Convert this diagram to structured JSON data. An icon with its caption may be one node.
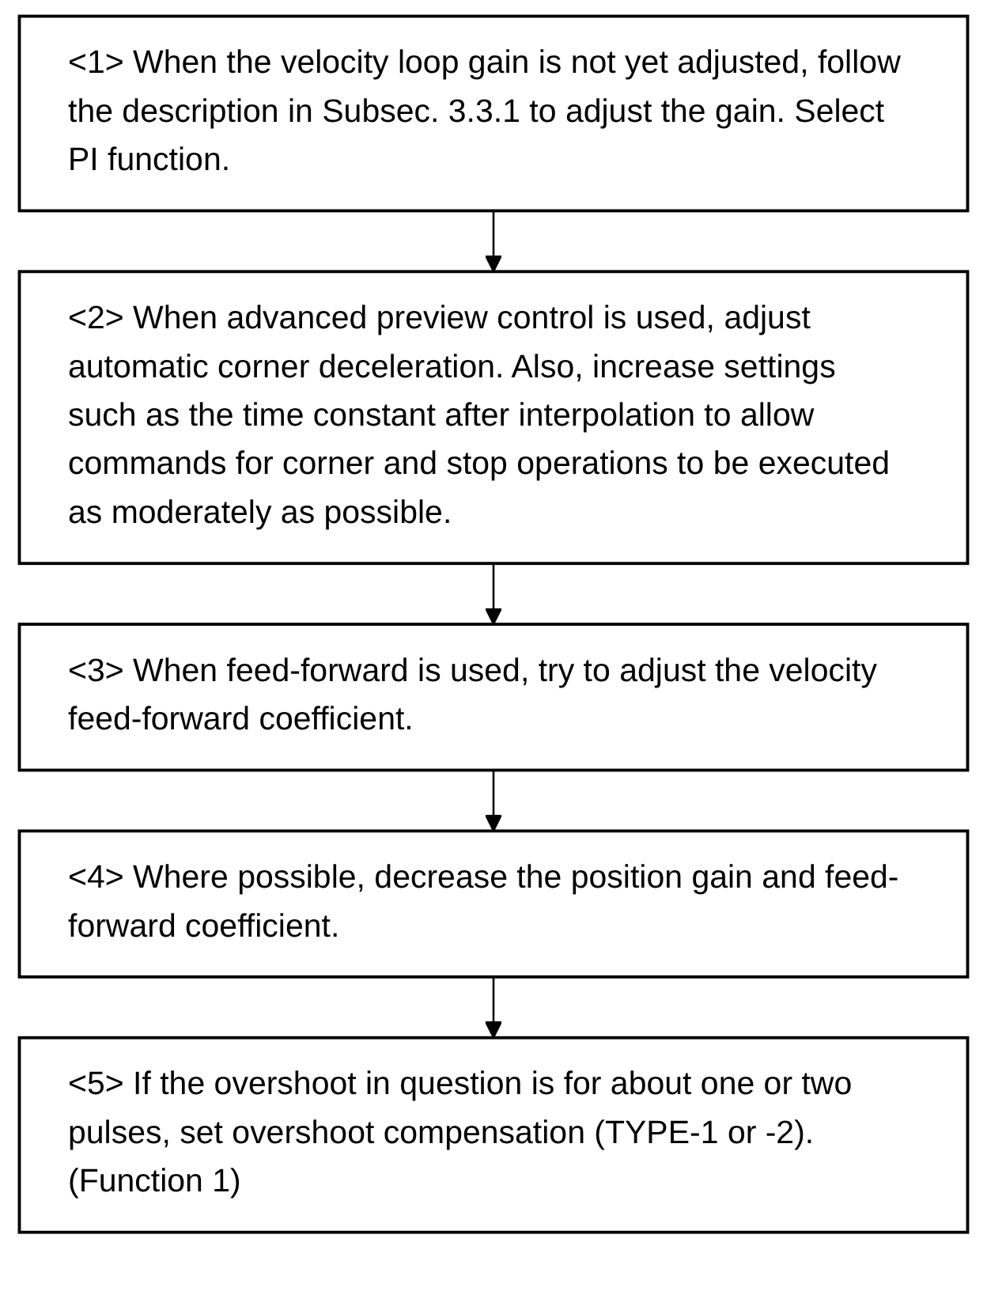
{
  "diagram": {
    "nodes": [
      {
        "text": [
          "<1> When the velocity loop gain is not yet adjusted, follow the description in Subsec. 3.3.1 to adjust the gain. Select PI function."
        ]
      },
      {
        "text": [
          "<2> When advanced preview control is used, adjust automatic corner deceleration. Also, increase settings such as the time constant after interpolation to allow commands for corner and stop operations to be executed as moderately as possible."
        ]
      },
      {
        "text": [
          "<3> When feed-forward is used, try to adjust the velocity feed-forward coefficient."
        ]
      },
      {
        "text": [
          "<4> Where possible, decrease the position gain and feed-forward coefficient."
        ]
      },
      {
        "text": [
          "<5> If the overshoot in question is for about one or two pulses, set overshoot compensation (TYPE-1 or -2). (Function 1)"
        ]
      }
    ],
    "edges": [
      {
        "from": 0,
        "to": 1,
        "arrow": "to"
      },
      {
        "from": 1,
        "to": 2,
        "arrow": "to"
      },
      {
        "from": 2,
        "to": 3,
        "arrow": "to"
      },
      {
        "from": 3,
        "to": 4,
        "arrow": "to"
      }
    ]
  }
}
